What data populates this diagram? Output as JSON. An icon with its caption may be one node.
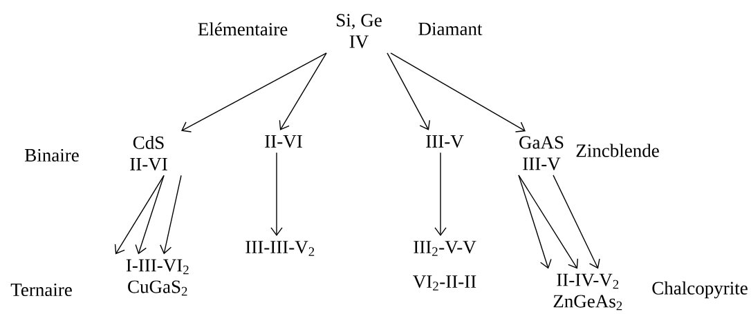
{
  "diagram": {
    "nodes": [
      {
        "text": [
          "Si, Ge",
          "IV"
        ]
      },
      {
        "text": [
          "CdS",
          "II-VI"
        ]
      },
      {
        "text": [
          "II-VI"
        ]
      },
      {
        "text": [
          "III-V"
        ]
      },
      {
        "text": [
          "GaAS",
          "III-V"
        ]
      },
      {
        "text": [
          "I-III-VI$_{2}$",
          "CuGaS$_{2}$"
        ]
      },
      {
        "text": [
          "III-III-V$_{2}$"
        ]
      },
      {
        "text": [
          "III$_{2}$-V-V"
        ]
      },
      {
        "text": [
          "II-IV-V$_{2}$",
          "ZnGeAs$_{2}$"
        ]
      }
    ],
    "edges": [
      {
        "from": 0,
        "to": 1,
        "arrow": "to"
      },
      {
        "from": 0,
        "to": 2,
        "arrow": "to"
      },
      {
        "from": 0,
        "to": 3,
        "arrow": "to"
      },
      {
        "from": 0,
        "to": 4,
        "arrow": "to"
      },
      {
        "from": 1,
        "to": 5,
        "arrow": "to"
      },
      {
        "from": 1,
        "to": 5,
        "arrow": "to"
      },
      {
        "from": 1,
        "to": 5,
        "arrow": "to"
      },
      {
        "from": 2,
        "to": 6,
        "arrow": "to"
      },
      {
        "from": 3,
        "to": 7,
        "arrow": "to"
      },
      {
        "from": 4,
        "to": 8,
        "arrow": "to"
      },
      {
        "from": 4,
        "to": 8,
        "arrow": "to"
      },
      {
        "from": 4,
        "to": 8,
        "arrow": "to"
      }
    ],
    "labels": [
      "Elémentaire",
      "Diamant",
      "Binaire",
      "Zincblende",
      "Ternaire",
      "VI$_{2}$-II-II",
      "Chalcopyrite"
    ]
  }
}
